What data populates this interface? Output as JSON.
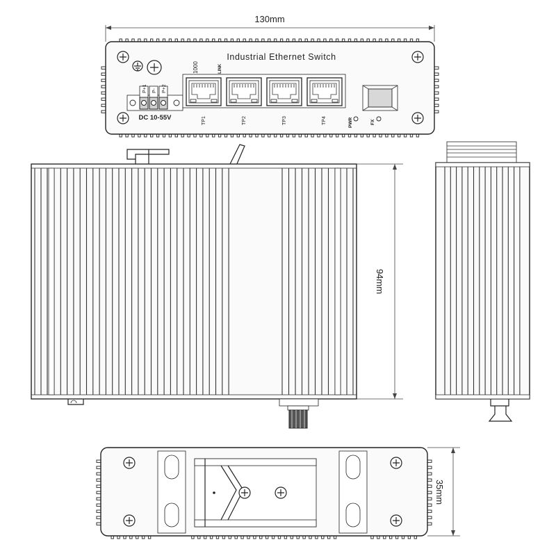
{
  "dimensions": {
    "width_label": "130mm",
    "height_label": "94mm",
    "depth_label": "35mm"
  },
  "front_panel": {
    "title": "Industrial Ethernet Switch",
    "power_label": "DC 10-55V",
    "terminal_labels": [
      "P+1",
      "P-",
      "P+2"
    ],
    "speed_label": "1000",
    "link_label": "LINK",
    "ports": [
      "TP1",
      "TP2",
      "TP3",
      "TP4"
    ],
    "pwr_label": "PWR",
    "fx_label": "FX"
  },
  "icons": {
    "ground": "ground-icon",
    "screw": "screw-icon",
    "rj45": "rj45-port-icon",
    "fiber": "fiber-port-icon",
    "led": "led-icon"
  }
}
